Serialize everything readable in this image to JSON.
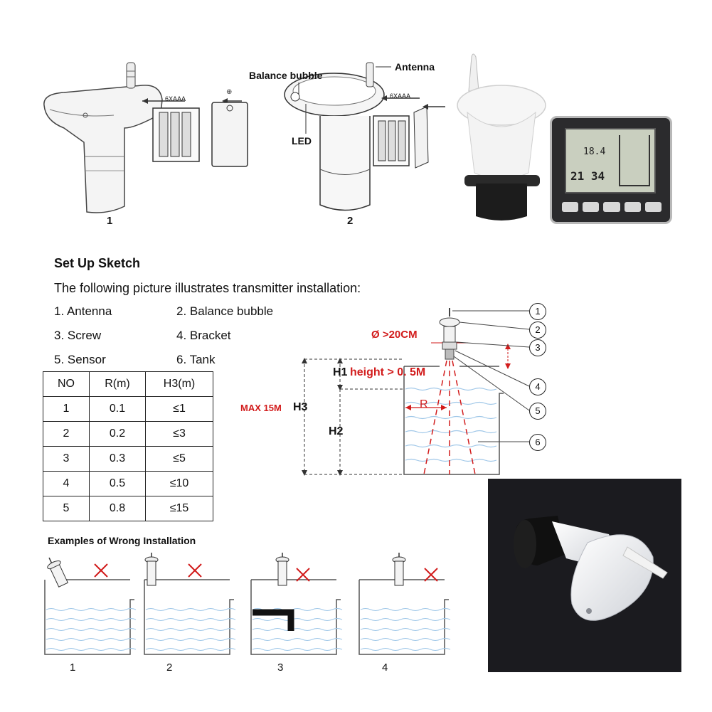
{
  "figure1": {
    "battery_label": "6XAAA",
    "number": "1"
  },
  "figure2": {
    "balance_bubble": "Balance bubble",
    "antenna": "Antenna",
    "led": "LED",
    "battery_label": "6XAAA",
    "number": "2"
  },
  "display": {
    "readout_top": "18.4",
    "readout_bottom": "21 34"
  },
  "setup": {
    "heading": "Set Up Sketch",
    "intro": "The following picture illustrates transmitter installation:",
    "parts": [
      "1. Antenna",
      "2. Balance bubble",
      "3. Screw",
      "4. Bracket",
      "5. Sensor",
      "6. Tank"
    ]
  },
  "table": {
    "headers": [
      "NO",
      "R(m)",
      "H3(m)"
    ],
    "rows": [
      [
        "1",
        "0.1",
        "≤1"
      ],
      [
        "2",
        "0.2",
        "≤3"
      ],
      [
        "3",
        "0.3",
        "≤5"
      ],
      [
        "4",
        "0.5",
        "≤10"
      ],
      [
        "5",
        "0.8",
        "≤15"
      ]
    ]
  },
  "diagram": {
    "diameter": "Ø >20CM",
    "h1": "H1",
    "height": "height > 0. 5M",
    "max": "MAX 15M",
    "h3": "H3",
    "h2": "H2",
    "r": "R",
    "markers": [
      "1",
      "2",
      "3",
      "4",
      "5",
      "6"
    ]
  },
  "wrong": {
    "heading": "Examples of Wrong Installation",
    "numbers": [
      "1",
      "2",
      "3",
      "4"
    ]
  },
  "colors": {
    "red": "#d21c1c",
    "water": "#9fc7e8"
  }
}
